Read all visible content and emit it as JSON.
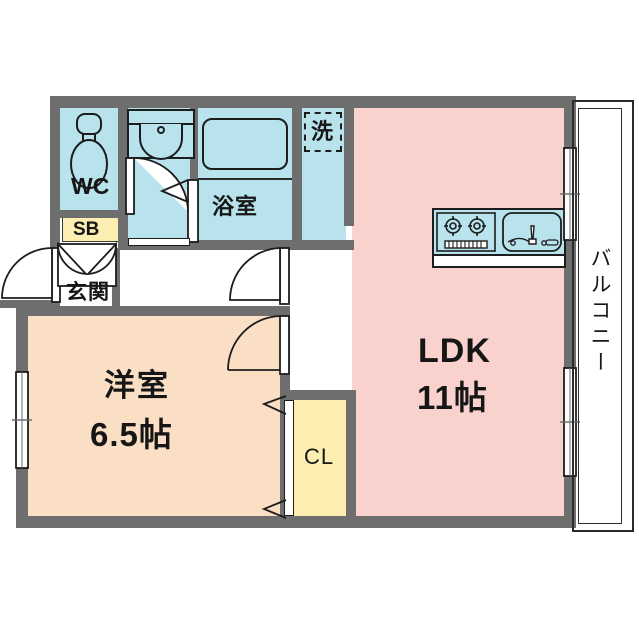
{
  "plan": {
    "type": "floor-plan",
    "background_color": "#ffffff",
    "wall_color": "#6e6e6e",
    "colors": {
      "ldk_fill": "#f9d2ce",
      "room_fill": "#fbdfc5",
      "water_fill": "#b8e2ec",
      "closet_fill": "#fbeeb0",
      "line": "#2b2b2b"
    },
    "rooms": [
      {
        "id": "ldk",
        "name": "LDK",
        "size": "11帖",
        "fill": "#f9d2ce"
      },
      {
        "id": "washitsu",
        "name": "洋室",
        "size": "6.5帖",
        "fill": "#fbdfc5"
      },
      {
        "id": "bath",
        "name": "浴室",
        "size": "",
        "fill": "#b8e2ec"
      },
      {
        "id": "wc",
        "name": "WC",
        "size": "",
        "fill": "#b8e2ec"
      },
      {
        "id": "washer",
        "name": "洗",
        "size": "",
        "fill": "#b8e2ec"
      },
      {
        "id": "genkan",
        "name": "玄関",
        "size": "",
        "fill": "#ffffff"
      },
      {
        "id": "shoebox",
        "name": "SB",
        "size": "",
        "fill": "#fbeeb0"
      },
      {
        "id": "closet",
        "name": "CL",
        "size": "",
        "fill": "#fbeeb0"
      },
      {
        "id": "balcony",
        "name": "バルコニー",
        "size": "",
        "fill": "#ffffff"
      }
    ],
    "labels": {
      "ldk": "LDK",
      "ldk_size": "11帖",
      "room": "洋室",
      "room_size": "6.5帖",
      "bath": "浴室",
      "wc": "WC",
      "washer": "洗",
      "genkan": "玄関",
      "shoebox": "SB",
      "closet": "CL",
      "balcony": "バルコニー"
    },
    "fixtures": [
      {
        "name": "toilet-fixture",
        "room": "wc"
      },
      {
        "name": "vanity-sink",
        "room": "washroom"
      },
      {
        "name": "bathtub",
        "room": "bath"
      },
      {
        "name": "washer-space",
        "room": "washer"
      },
      {
        "name": "gas-stove-2burner",
        "room": "ldk"
      },
      {
        "name": "kitchen-sink",
        "room": "ldk"
      }
    ],
    "openings": [
      {
        "name": "entrance-door",
        "type": "swing"
      },
      {
        "name": "genkan-double-door",
        "type": "double-swing"
      },
      {
        "name": "wc-door",
        "type": "swing"
      },
      {
        "name": "bath-door",
        "type": "folding"
      },
      {
        "name": "hall-to-ldk-door",
        "type": "swing"
      },
      {
        "name": "room-door",
        "type": "swing"
      },
      {
        "name": "washroom-door",
        "type": "sliding"
      },
      {
        "name": "closet-doors",
        "type": "sliding"
      },
      {
        "name": "bedroom-window",
        "type": "window"
      },
      {
        "name": "balcony-window-upper",
        "type": "window"
      },
      {
        "name": "balcony-window-lower",
        "type": "window"
      }
    ]
  }
}
